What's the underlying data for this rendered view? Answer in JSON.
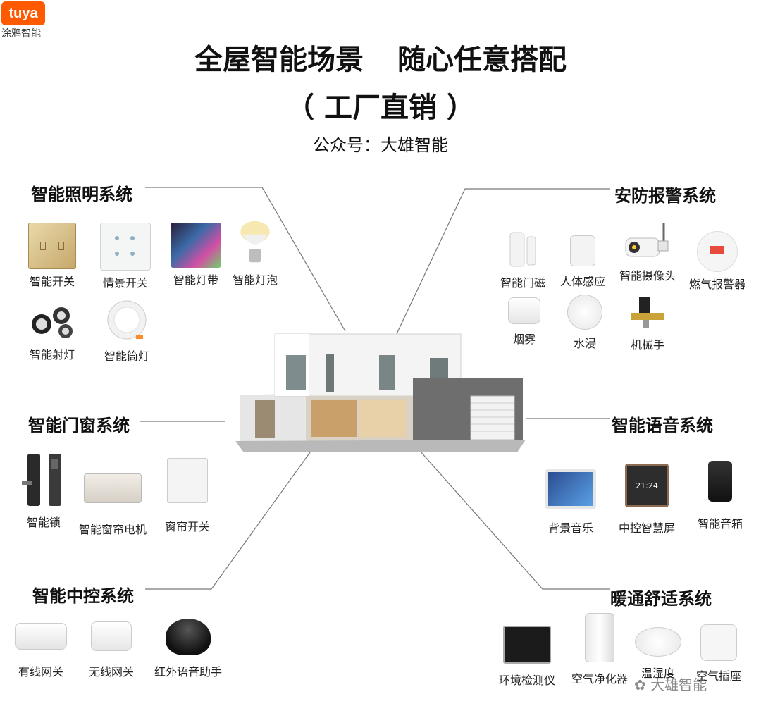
{
  "logo": {
    "brand": "tuya",
    "subtitle": "涂鸦智能"
  },
  "header": {
    "title_left": "全屋智能场景",
    "title_right": "随心任意搭配",
    "subtitle": "（ 工厂直销 ）",
    "account": "公众号：大雄智能"
  },
  "lighting": {
    "title": "智能照明系统",
    "items": [
      "智能开关",
      "情景开关",
      "智能灯带",
      "智能灯泡",
      "智能射灯",
      "智能筒灯"
    ]
  },
  "door_window": {
    "title": "智能门窗系统",
    "items": [
      "智能锁",
      "智能窗帘电机",
      "窗帘开关"
    ]
  },
  "central": {
    "title": "智能中控系统",
    "items": [
      "有线网关",
      "无线网关",
      "红外语音助手"
    ]
  },
  "security": {
    "title": "安防报警系统",
    "items": [
      "智能门磁",
      "人体感应",
      "智能摄像头",
      "燃气报警器",
      "烟雾",
      "水浸",
      "机械手"
    ]
  },
  "voice": {
    "title": "智能语音系统",
    "items": [
      "背景音乐",
      "中控智慧屏",
      "智能音箱"
    ],
    "screen_time": "21:24"
  },
  "hvac": {
    "title": "暖通舒适系统",
    "items": [
      "环境检测仪",
      "空气净化器",
      "温湿度",
      "空气插座"
    ]
  },
  "watermark": "大雄智能",
  "colors": {
    "brand": "#ff5a00",
    "line": "#777777"
  }
}
